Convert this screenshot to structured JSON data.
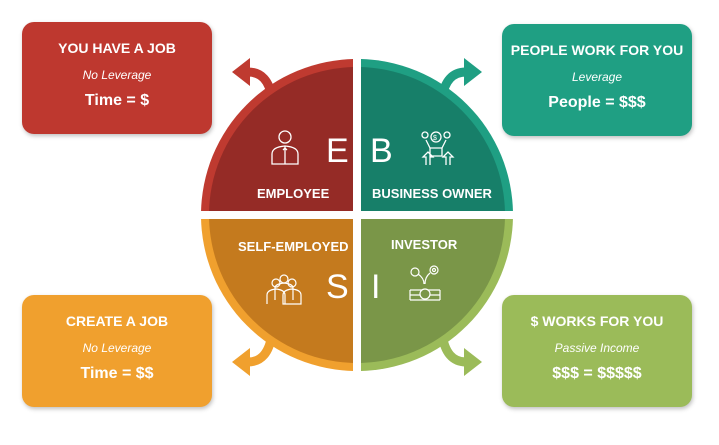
{
  "boxes": {
    "employee": {
      "title": "YOU HAVE A JOB",
      "subtitle": "No Leverage",
      "value": "Time = $",
      "color": "#be382f"
    },
    "business": {
      "title": "PEOPLE WORK FOR YOU",
      "subtitle": "Leverage",
      "value": "People = $$$",
      "color": "#1f9f83"
    },
    "self": {
      "title": "CREATE A JOB",
      "subtitle": "No Leverage",
      "value": "Time = $$",
      "color": "#f0a02e"
    },
    "investor": {
      "title": "$ WORKS FOR YOU",
      "subtitle": "Passive Income",
      "value": "$$$ = $$$$$",
      "color": "#9bbb59"
    }
  },
  "quadrants": {
    "employee": {
      "label": "EMPLOYEE",
      "letter": "E",
      "icon": "employee-icon"
    },
    "business": {
      "label": "BUSINESS OWNER",
      "letter": "B",
      "icon": "business-owner-icon"
    },
    "self": {
      "label": "SELF-EMPLOYED",
      "letter": "S",
      "icon": "team-icon"
    },
    "investor": {
      "label": "INVESTOR",
      "letter": "I",
      "icon": "money-growth-icon"
    }
  }
}
